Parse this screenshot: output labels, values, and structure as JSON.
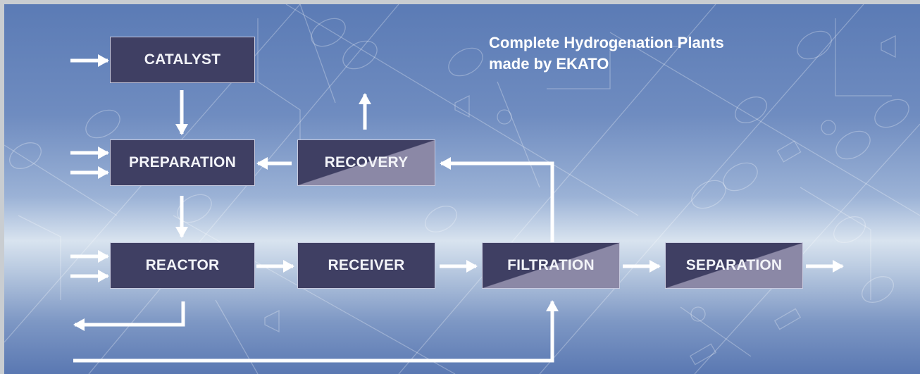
{
  "title": {
    "line1": "Complete Hydrogenation Plants",
    "line2": "made by EKATO"
  },
  "boxes": {
    "catalyst": "CATALYST",
    "preparation": "PREPARATION",
    "recovery": "RECOVERY",
    "reactor": "REACTOR",
    "receiver": "RECEIVER",
    "filtration": "FILTRATION",
    "separation": "SEPARATION"
  },
  "colors": {
    "box": "#3f3f63",
    "box_light": "#8b88a6",
    "arrow": "#ffffff"
  }
}
